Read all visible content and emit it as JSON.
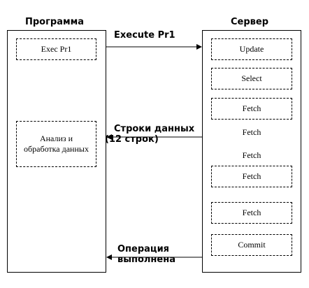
{
  "program": {
    "title": "Программа",
    "steps": [
      "Exec Pr1",
      "Анализ и обработка данных"
    ]
  },
  "server": {
    "title": "Сервер",
    "steps": [
      "Update",
      "Select",
      "Fetch",
      "Fetch",
      "Fetch",
      "Fetch",
      "Fetch",
      "Commit"
    ]
  },
  "messages": {
    "execute": "Execute Pr1",
    "rows_line1": "Строки данных",
    "rows_line2": "(12 строк)",
    "done_line1": "Операция",
    "done_line2": "выполнена"
  }
}
